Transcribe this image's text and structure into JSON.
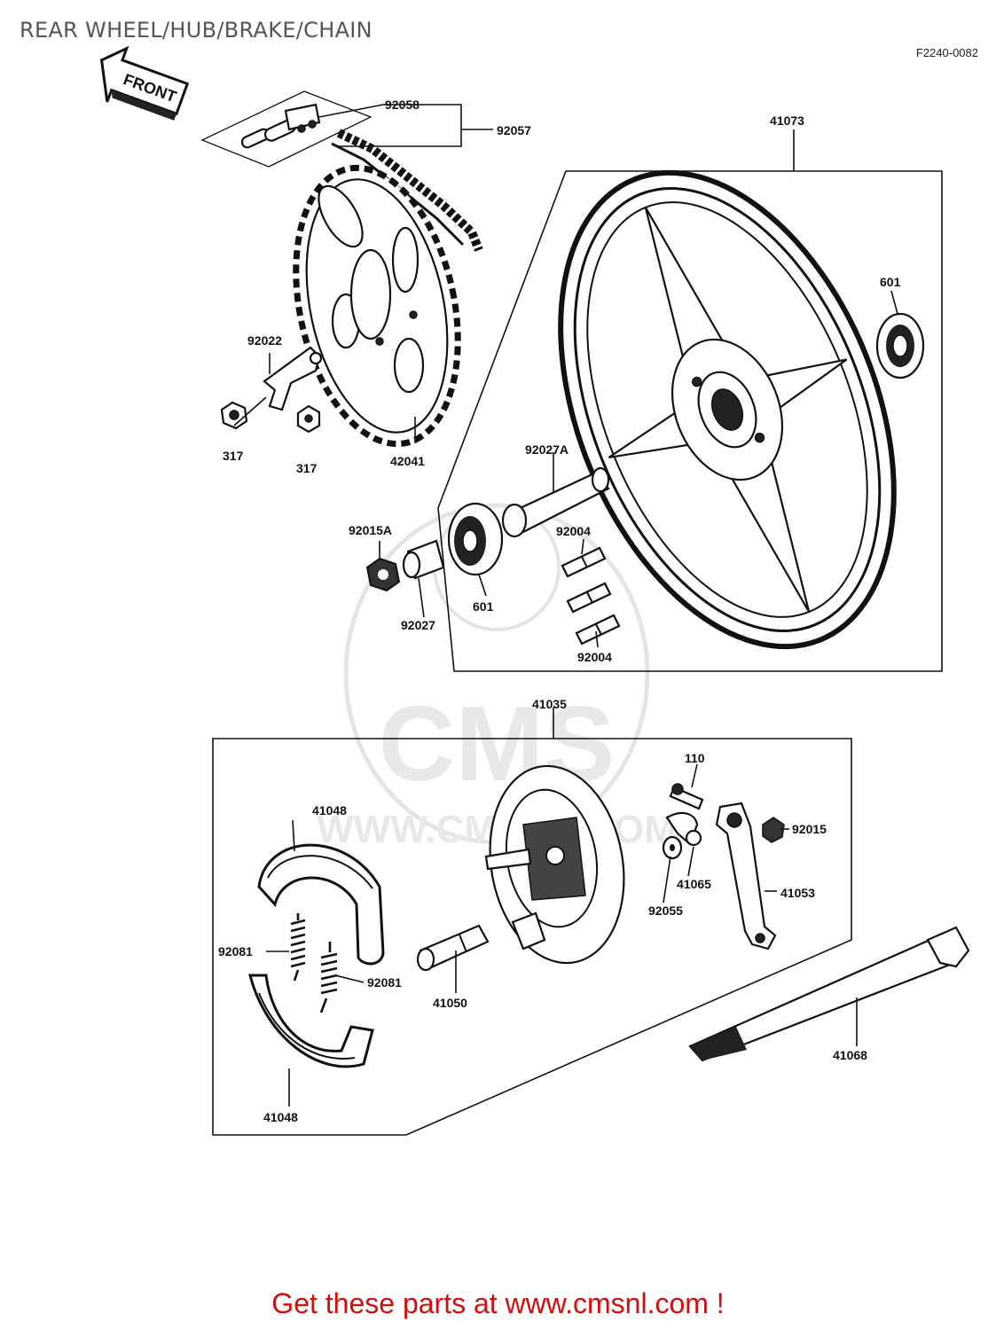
{
  "page": {
    "title": "REAR WHEEL/HUB/BRAKE/CHAIN",
    "figure_code": "F2240-0082",
    "front_arrow": "FRONT",
    "footer_link": "Get these parts at www.cmsnl.com !",
    "watermark_cms": "CMS",
    "watermark_url": "WWW.CMSNL.COM"
  },
  "parts": {
    "p92058": "92058",
    "p92057": "92057",
    "p41073": "41073",
    "p601a": "601",
    "p92022": "92022",
    "p317a": "317",
    "p317b": "317",
    "p42041": "42041",
    "p92027A": "92027A",
    "p92015A": "92015A",
    "p92004a": "92004",
    "p601b": "601",
    "p92027": "92027",
    "p92004b": "92004",
    "p41035": "41035",
    "p110": "110",
    "p41048a": "41048",
    "p92015": "92015",
    "p41065": "41065",
    "p41053": "41053",
    "p92055": "92055",
    "p92081a": "92081",
    "p92081b": "92081",
    "p41050": "41050",
    "p41068": "41068",
    "p41048b": "41048"
  }
}
